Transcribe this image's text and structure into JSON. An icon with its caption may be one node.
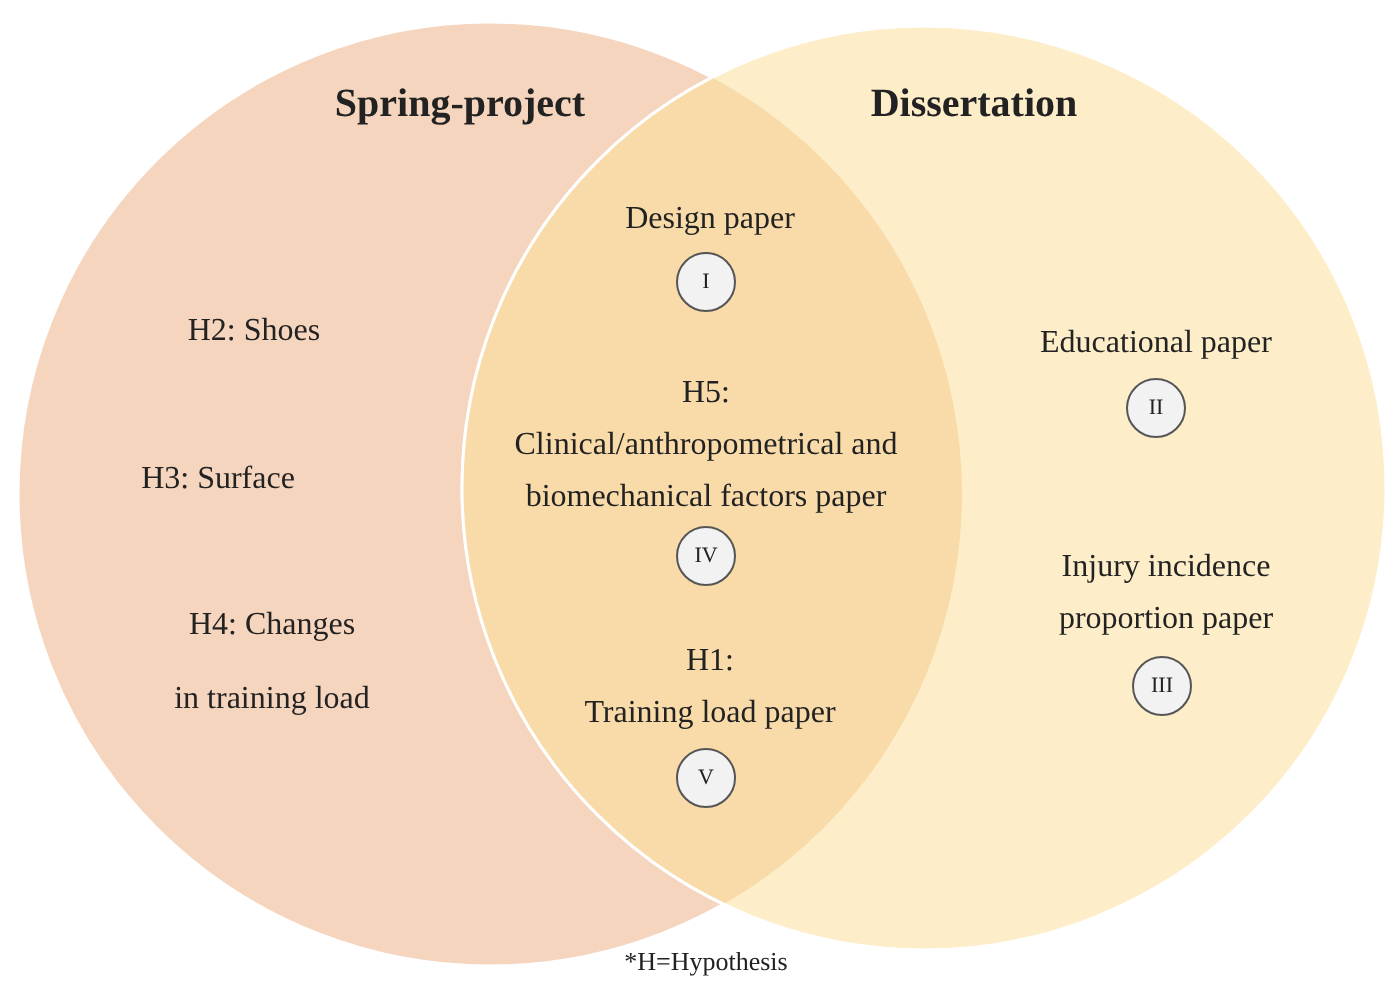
{
  "diagram": {
    "nodes": [
      {
        "text": [
          "Spring-project",
          "H2: Shoes",
          "H3: Surface",
          "H4: Changes in training load"
        ]
      },
      {
        "text": [
          "Dissertation",
          "Educational paper",
          "Injury incidence proportion paper"
        ]
      },
      {
        "text": [
          "I"
        ]
      },
      {
        "text": [
          "II"
        ],
        "in": 1
      },
      {
        "text": [
          "III"
        ],
        "in": 1
      },
      {
        "text": [
          "IV"
        ]
      },
      {
        "text": [
          "V"
        ]
      }
    ],
    "labels": [
      "Design paper",
      "H5: Clinical/anthropometrical and biomechanical factors paper",
      "H1: Training load paper",
      "*H=Hypothesis"
    ]
  }
}
